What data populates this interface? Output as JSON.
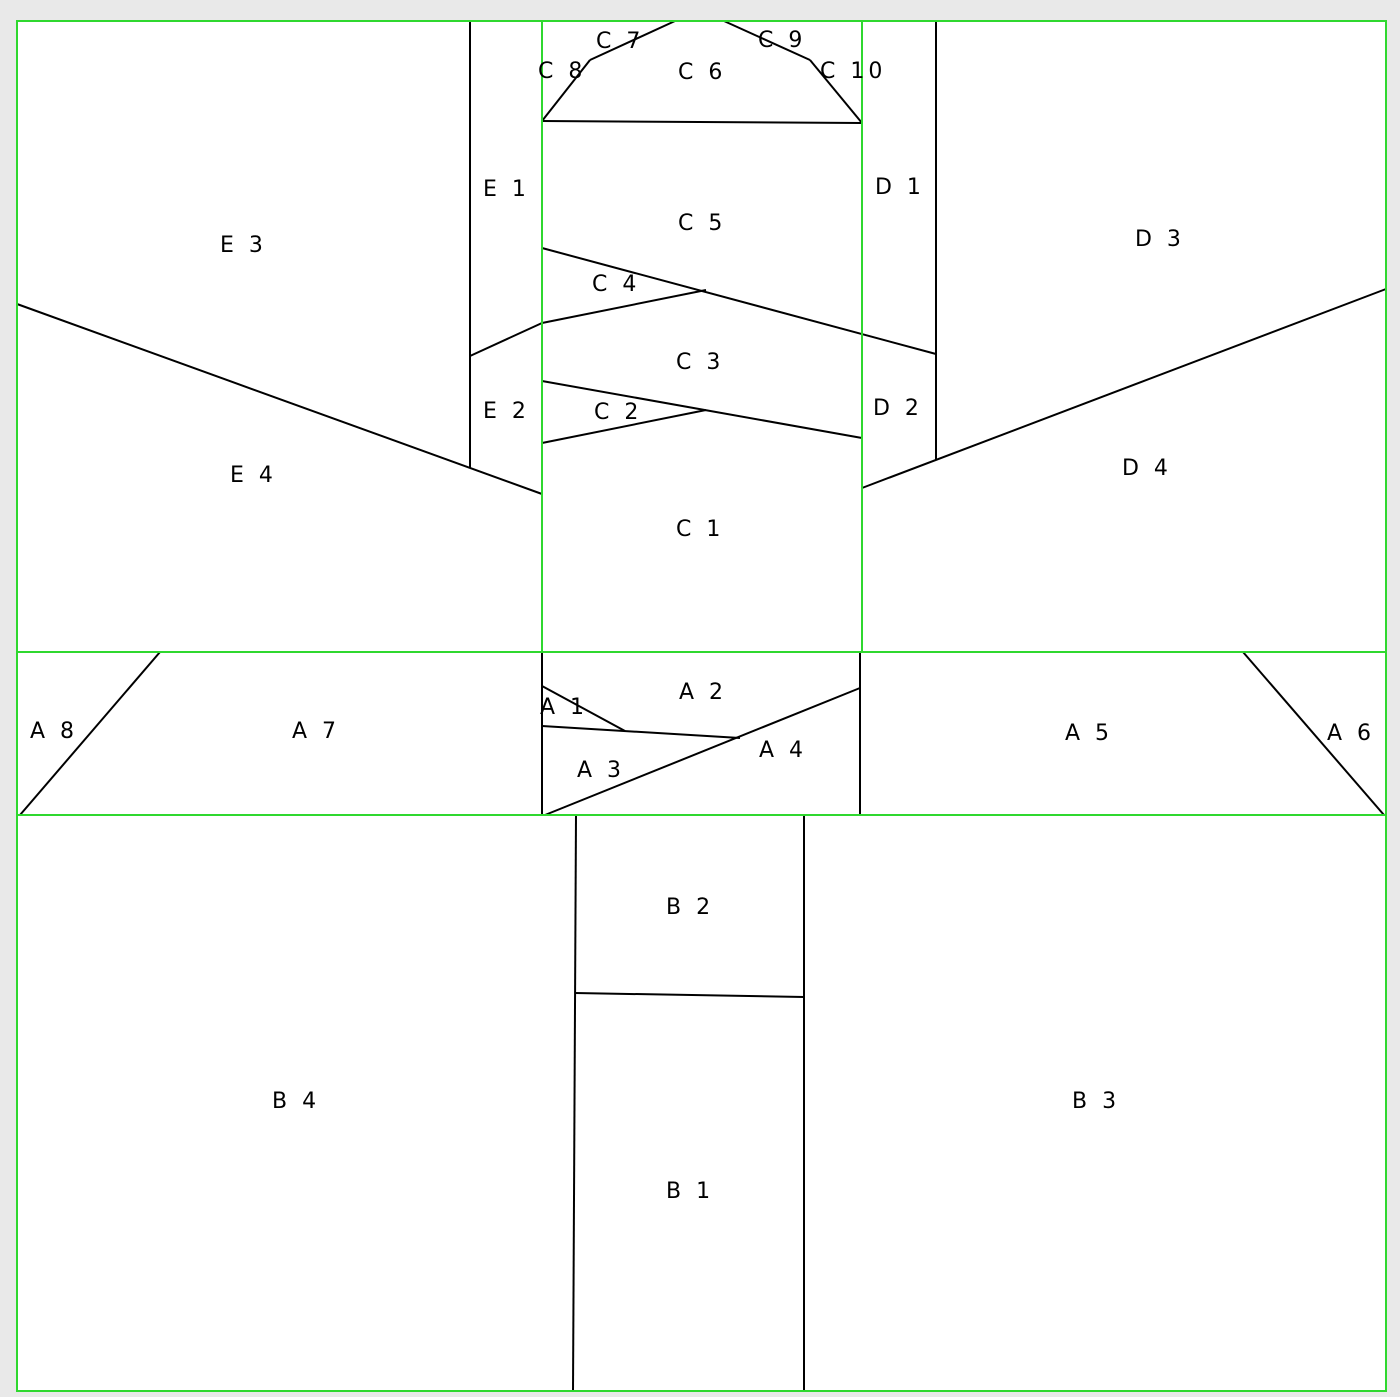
{
  "colors": {
    "background": "#e9e9e9",
    "canvas": "#ffffff",
    "section_border": "#2fd82f",
    "seam_line": "#000000",
    "label_text": "#000000"
  },
  "sections": [
    "A",
    "B",
    "C",
    "D",
    "E"
  ],
  "labels": {
    "A1": "A 1",
    "A2": "A 2",
    "A3": "A 3",
    "A4": "A 4",
    "A5": "A 5",
    "A6": "A 6",
    "A7": "A 7",
    "A8": "A 8",
    "B1": "B 1",
    "B2": "B 2",
    "B3": "B 3",
    "B4": "B 4",
    "C1": "C 1",
    "C2": "C 2",
    "C3": "C 3",
    "C4": "C 4",
    "C5": "C 5",
    "C6": "C 6",
    "C7": "C 7",
    "C8": "C 8",
    "C9": "C 9",
    "C10": "C 10",
    "D1": "D 1",
    "D2": "D 2",
    "D3": "D 3",
    "D4": "D 4",
    "E1": "E 1",
    "E2": "E 2",
    "E3": "E 3",
    "E4": "E 4"
  }
}
